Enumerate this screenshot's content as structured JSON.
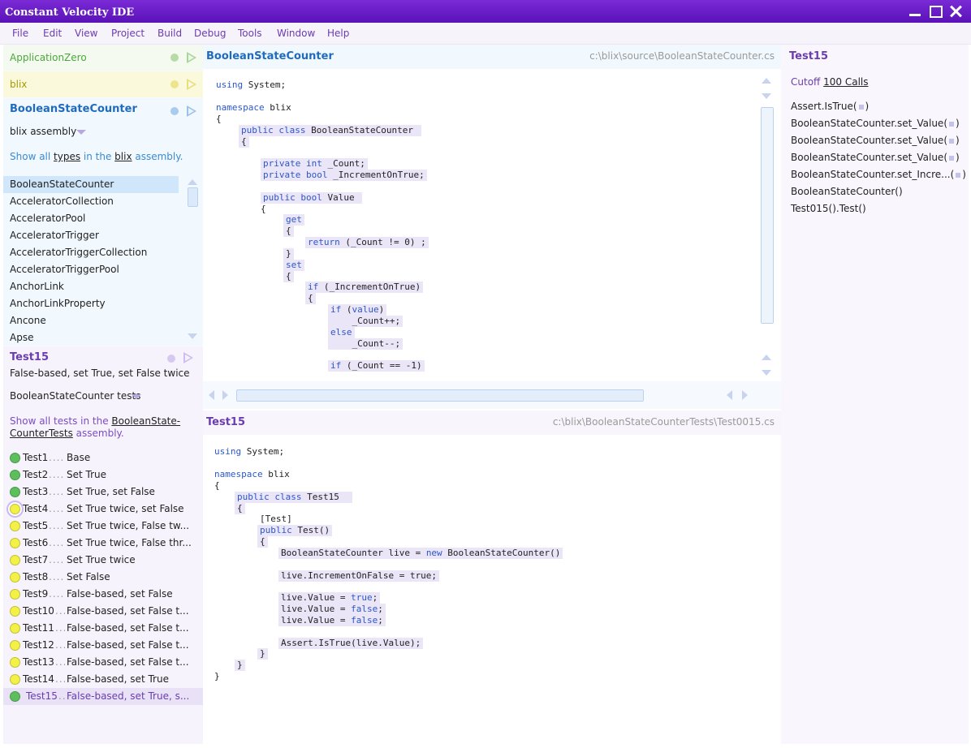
{
  "window": {
    "title": "Constant Velocity IDE"
  },
  "menu": [
    "File",
    "Edit",
    "View",
    "Project",
    "Build",
    "Debug",
    "Tools",
    "Window",
    "Help"
  ],
  "projects": [
    {
      "name": "ApplicationZero",
      "color": "#4aa83a",
      "bg": "#f4faf0",
      "circle": "#b6dba6",
      "play": "#a9d69a"
    },
    {
      "name": "blix",
      "color": "#a39b00",
      "bg": "#fbf9dc",
      "circle": "#ece58a",
      "play": "#e6df7c"
    }
  ],
  "assembly": {
    "name": "BooleanStateCounter",
    "circle": "#a9cbef",
    "play": "#9cc2ec",
    "dropdown": "blix assembly",
    "hint_pre": "Show all ",
    "hint_link1": "types",
    "hint_mid": " in the ",
    "hint_link2": "blix",
    "hint_post": " assembly."
  },
  "types": [
    "BooleanStateCounter",
    "AcceleratorCollection",
    "AcceleratorPool",
    "AcceleratorTrigger",
    "AcceleratorTriggerCollection",
    "AcceleratorTriggerPool",
    "AnchorLink",
    "AnchorLinkProperty",
    "Ancone",
    "Apse"
  ],
  "test_section": {
    "name": "Test15",
    "subtitle": "False-based, set True, set False twice",
    "dropdown": "BooleanStateCounter tests",
    "hint_pre": "Show all tests in the ",
    "hint_link1": "BooleanState-",
    "hint_link2": "CounterTests",
    "hint_post": " assembly."
  },
  "tests": [
    {
      "name": "Test1",
      "desc": "Base",
      "status": "pass"
    },
    {
      "name": "Test2",
      "desc": "Set True",
      "status": "pass"
    },
    {
      "name": "Test3",
      "desc": "Set True, set False",
      "status": "pass"
    },
    {
      "name": "Test4",
      "desc": "Set True twice, set False",
      "status": "running"
    },
    {
      "name": "Test5",
      "desc": "Set True twice, False tw...",
      "status": "pending"
    },
    {
      "name": "Test6",
      "desc": "Set True twice, False thr...",
      "status": "pending"
    },
    {
      "name": "Test7",
      "desc": "Set True twice",
      "status": "pending"
    },
    {
      "name": "Test8",
      "desc": "Set False",
      "status": "pending"
    },
    {
      "name": "Test9",
      "desc": "False-based, set False",
      "status": "pending"
    },
    {
      "name": "Test10",
      "desc": "False-based, set False t...",
      "status": "pending"
    },
    {
      "name": "Test11",
      "desc": "False-based, set False t...",
      "status": "pending"
    },
    {
      "name": "Test12",
      "desc": "False-based, set False t...",
      "status": "pending"
    },
    {
      "name": "Test13",
      "desc": "False-based, set False t...",
      "status": "pending"
    },
    {
      "name": "Test14",
      "desc": "False-based, set True",
      "status": "pending"
    },
    {
      "name": "Test15",
      "desc": "False-based, set True, s...",
      "status": "pass",
      "selected": true
    }
  ],
  "status_colors": {
    "pass": "#5cbf5c",
    "pending": "#f3f046",
    "running": "#f3f046"
  },
  "source_pane": {
    "title": "BooleanStateCounter",
    "path": "c:\\blix\\source\\BooleanStateCounter.cs"
  },
  "test_pane": {
    "title": "Test15",
    "path": "c:\\blix\\BooleanStateCounterTests\\Test0015.cs"
  },
  "call_stack": {
    "title": "Test15",
    "cutoff_label": "Cutoff ",
    "cutoff_value": "100 Calls",
    "calls": [
      "Assert.IsTrue(",
      "BooleanStateCounter.set_Value(",
      "BooleanStateCounter.set_Value(",
      "BooleanStateCounter.set_Value(",
      "BooleanStateCounter.set_Incre...(",
      "BooleanStateCounter()",
      "Test015().Test()"
    ]
  }
}
